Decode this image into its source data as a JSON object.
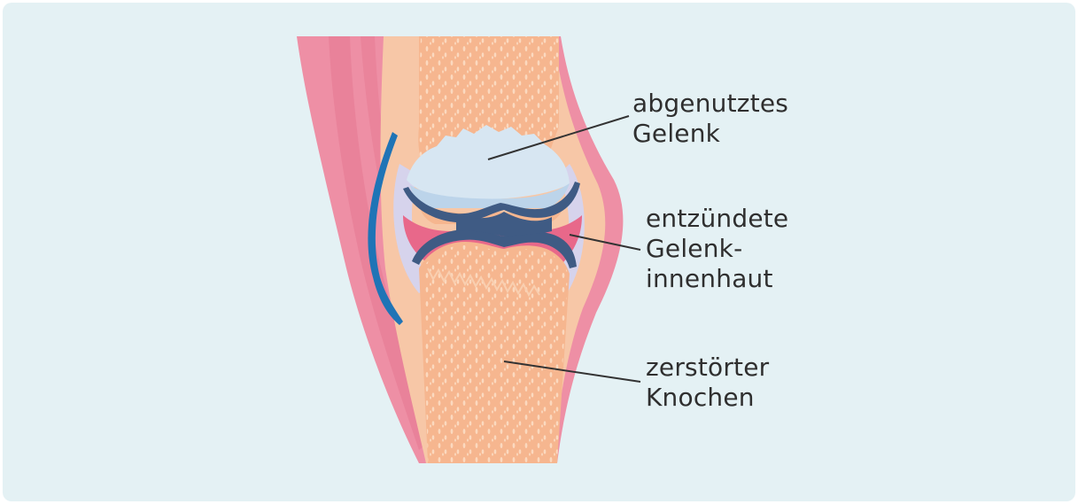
{
  "labels": {
    "worn_joint": "abgenutztes\nGelenk",
    "inflamed_synovium": "entzündete\nGelenk-\ninnenhaut",
    "destroyed_bone": "zerstörter\nKnochen"
  },
  "colors": {
    "background": "#e4f1f4",
    "muscle": "#ee8fa5",
    "muscle_dark": "#e57891",
    "tissue": "#f7c7a7",
    "bone": "#f6b68f",
    "bone_texture": "#fbd9bf",
    "worn_cartilage": "#d7e6f2",
    "capsule": "#d6d3ec",
    "cartilage": "#3f5b84",
    "synovium": "#e8688a",
    "tendon": "#1f74b6",
    "leader_line": "#333333",
    "text": "#2f2f2f"
  }
}
